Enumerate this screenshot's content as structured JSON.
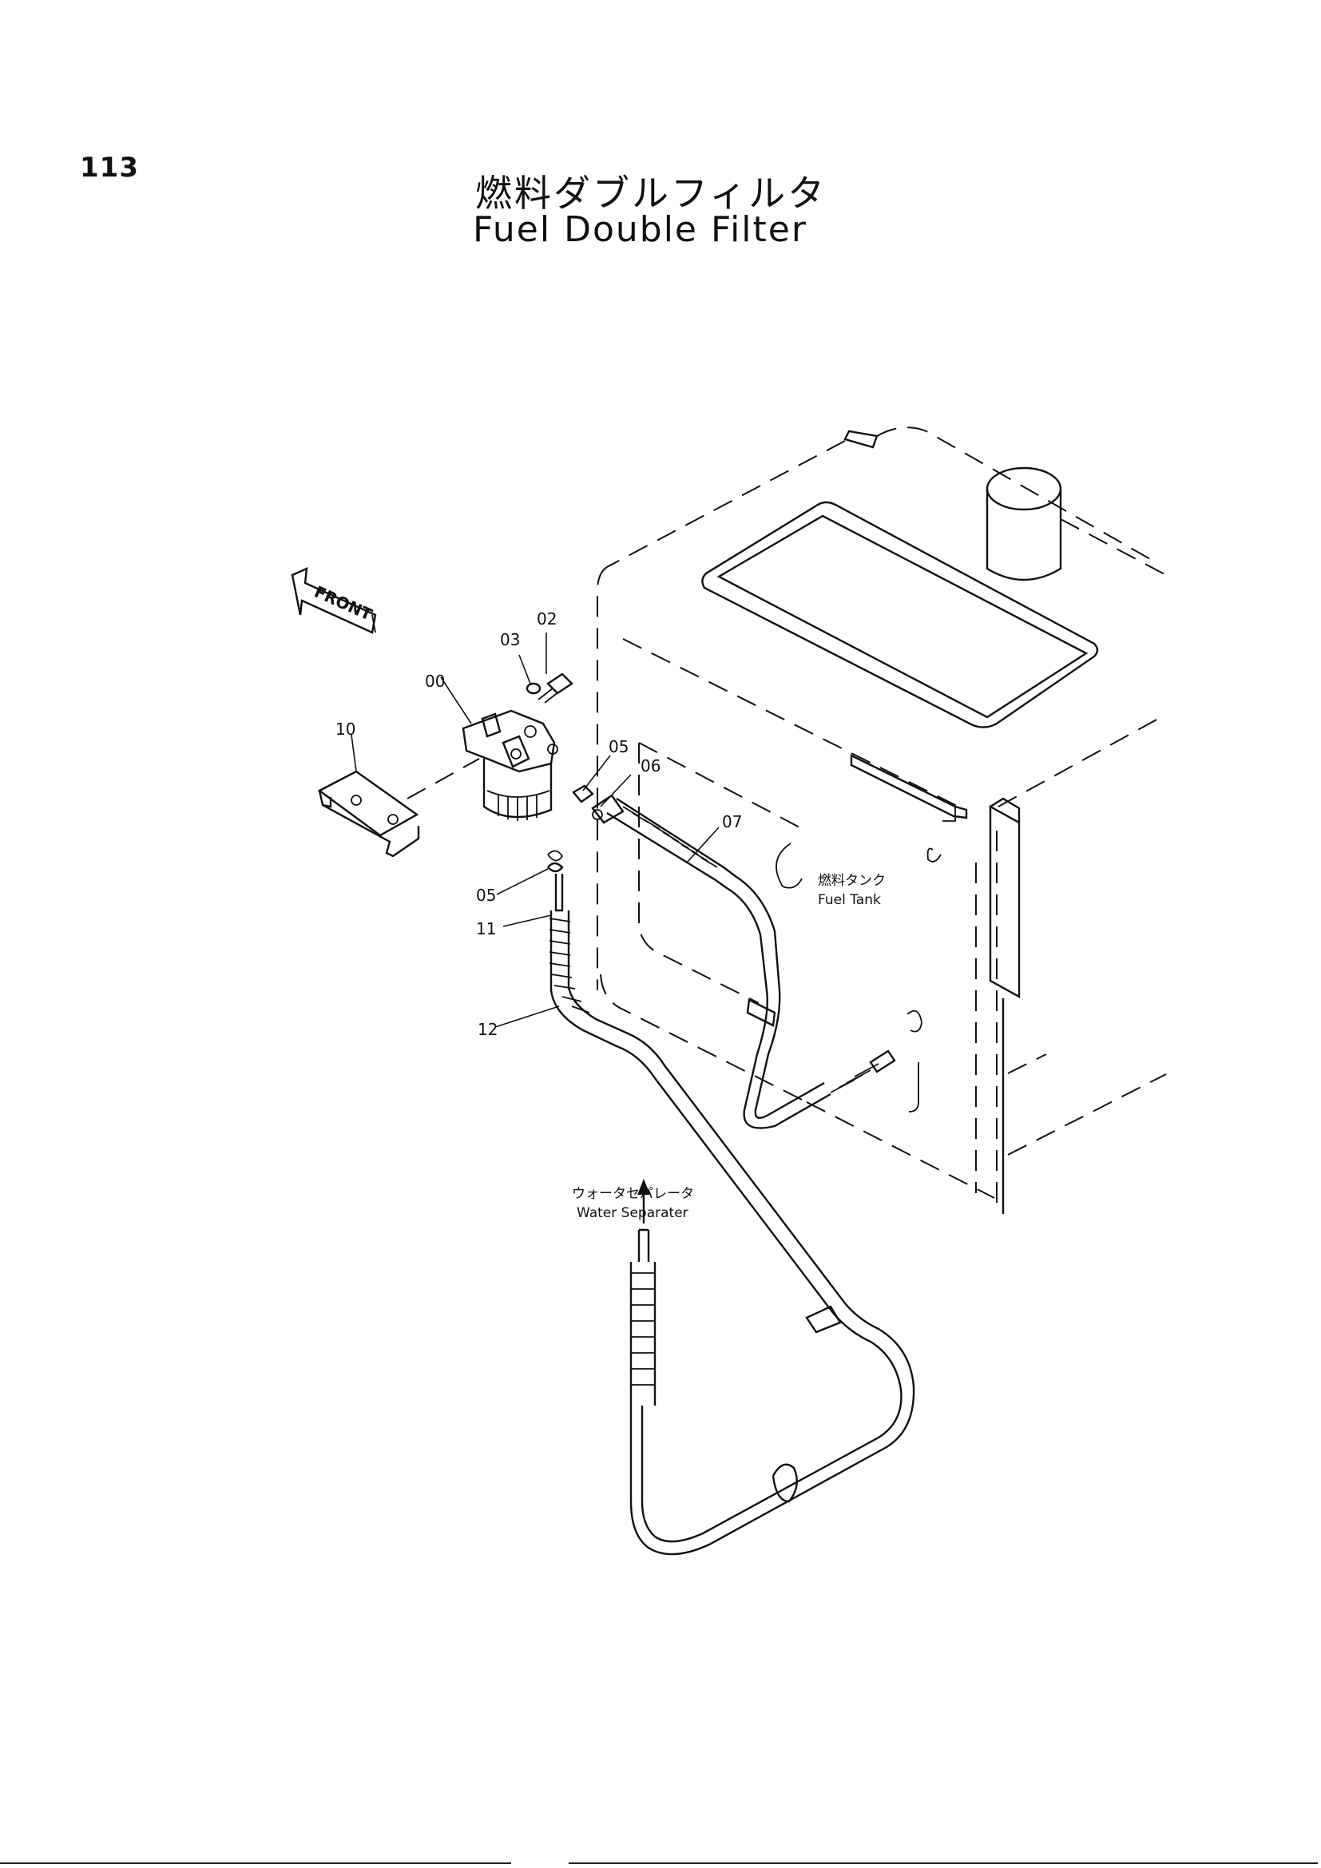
{
  "page": {
    "number": "113"
  },
  "title": {
    "japanese": "燃料ダブルフィルタ",
    "english": "Fuel Double Filter"
  },
  "orientation": {
    "label": "FRONT"
  },
  "callouts": {
    "c00": "00",
    "c02": "02",
    "c03": "03",
    "c05a": "05",
    "c06": "06",
    "c07": "07",
    "c10": "10",
    "c05b": "05",
    "c11": "11",
    "c12": "12"
  },
  "notes": {
    "fuel_tank": {
      "japanese": "燃料タンク",
      "english": "Fuel Tank"
    },
    "water_separater": {
      "japanese": "ウォータセパレータ",
      "english": "Water Separater"
    }
  }
}
